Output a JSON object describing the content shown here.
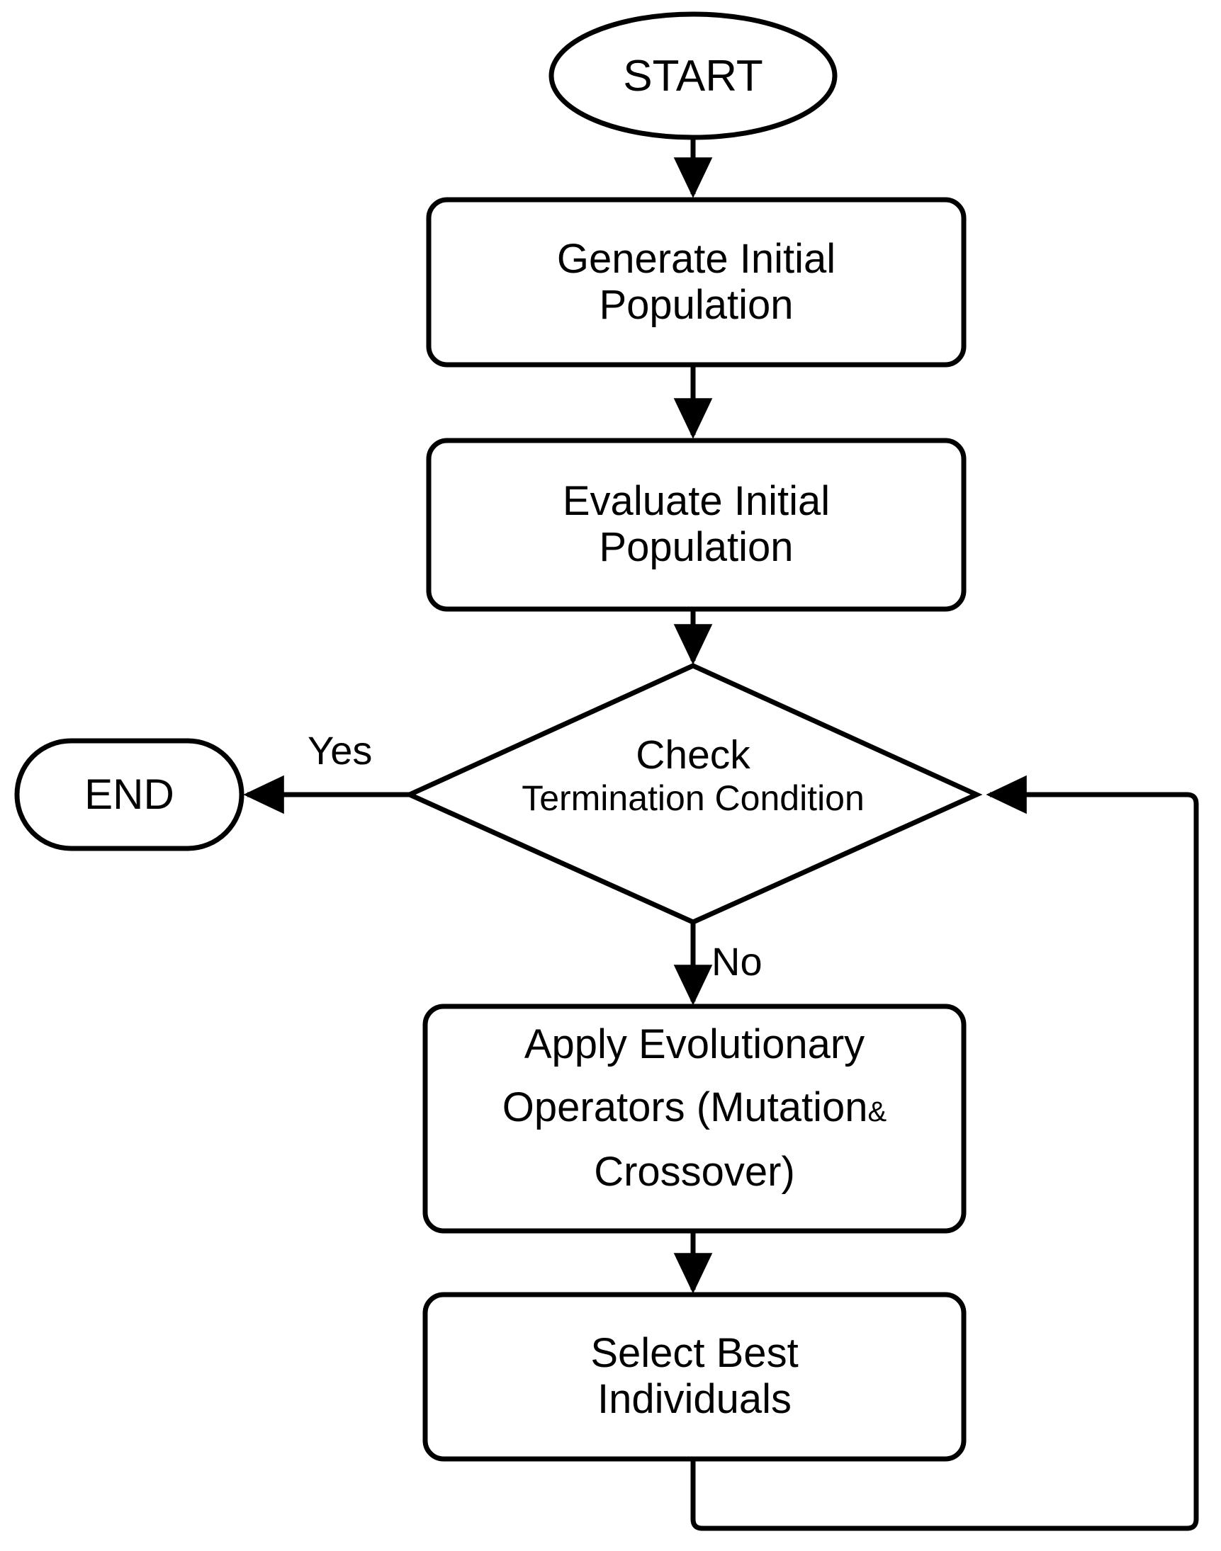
{
  "diagram": {
    "title": "Evolutionary Algorithm Flowchart",
    "type": "flowchart",
    "stroke_color": "#000000",
    "fill_color": "#ffffff",
    "background": "#ffffff"
  },
  "nodes": {
    "start": {
      "id": "start",
      "shape": "ellipse",
      "label": "START"
    },
    "generate": {
      "id": "generate",
      "shape": "rounded-rect",
      "label": "Generate Initial\nPopulation"
    },
    "evaluate": {
      "id": "evaluate",
      "shape": "rounded-rect",
      "label": "Evaluate Initial\nPopulation"
    },
    "decision": {
      "id": "decision",
      "shape": "diamond",
      "label_line1": "Check",
      "label_line2": "Termination Condition"
    },
    "end": {
      "id": "end",
      "shape": "stadium",
      "label": "END"
    },
    "operators": {
      "id": "operators",
      "shape": "rounded-rect",
      "label_line1": "Apply Evolutionary",
      "label_line2a": "Operators (Mutation ",
      "label_line2b": "&",
      "label_line3": "Crossover)"
    },
    "select": {
      "id": "select",
      "shape": "rounded-rect",
      "label": "Select Best\nIndividuals"
    }
  },
  "edges": {
    "start_to_generate": {
      "from": "start",
      "to": "generate",
      "label": ""
    },
    "generate_to_evaluate": {
      "from": "generate",
      "to": "evaluate",
      "label": ""
    },
    "evaluate_to_decision": {
      "from": "evaluate",
      "to": "decision",
      "label": ""
    },
    "decision_to_end": {
      "from": "decision",
      "to": "end",
      "label": "Yes"
    },
    "decision_to_operators": {
      "from": "decision",
      "to": "operators",
      "label": "No"
    },
    "operators_to_select": {
      "from": "operators",
      "to": "select",
      "label": ""
    },
    "select_to_decision": {
      "from": "select",
      "to": "decision",
      "label": ""
    }
  }
}
